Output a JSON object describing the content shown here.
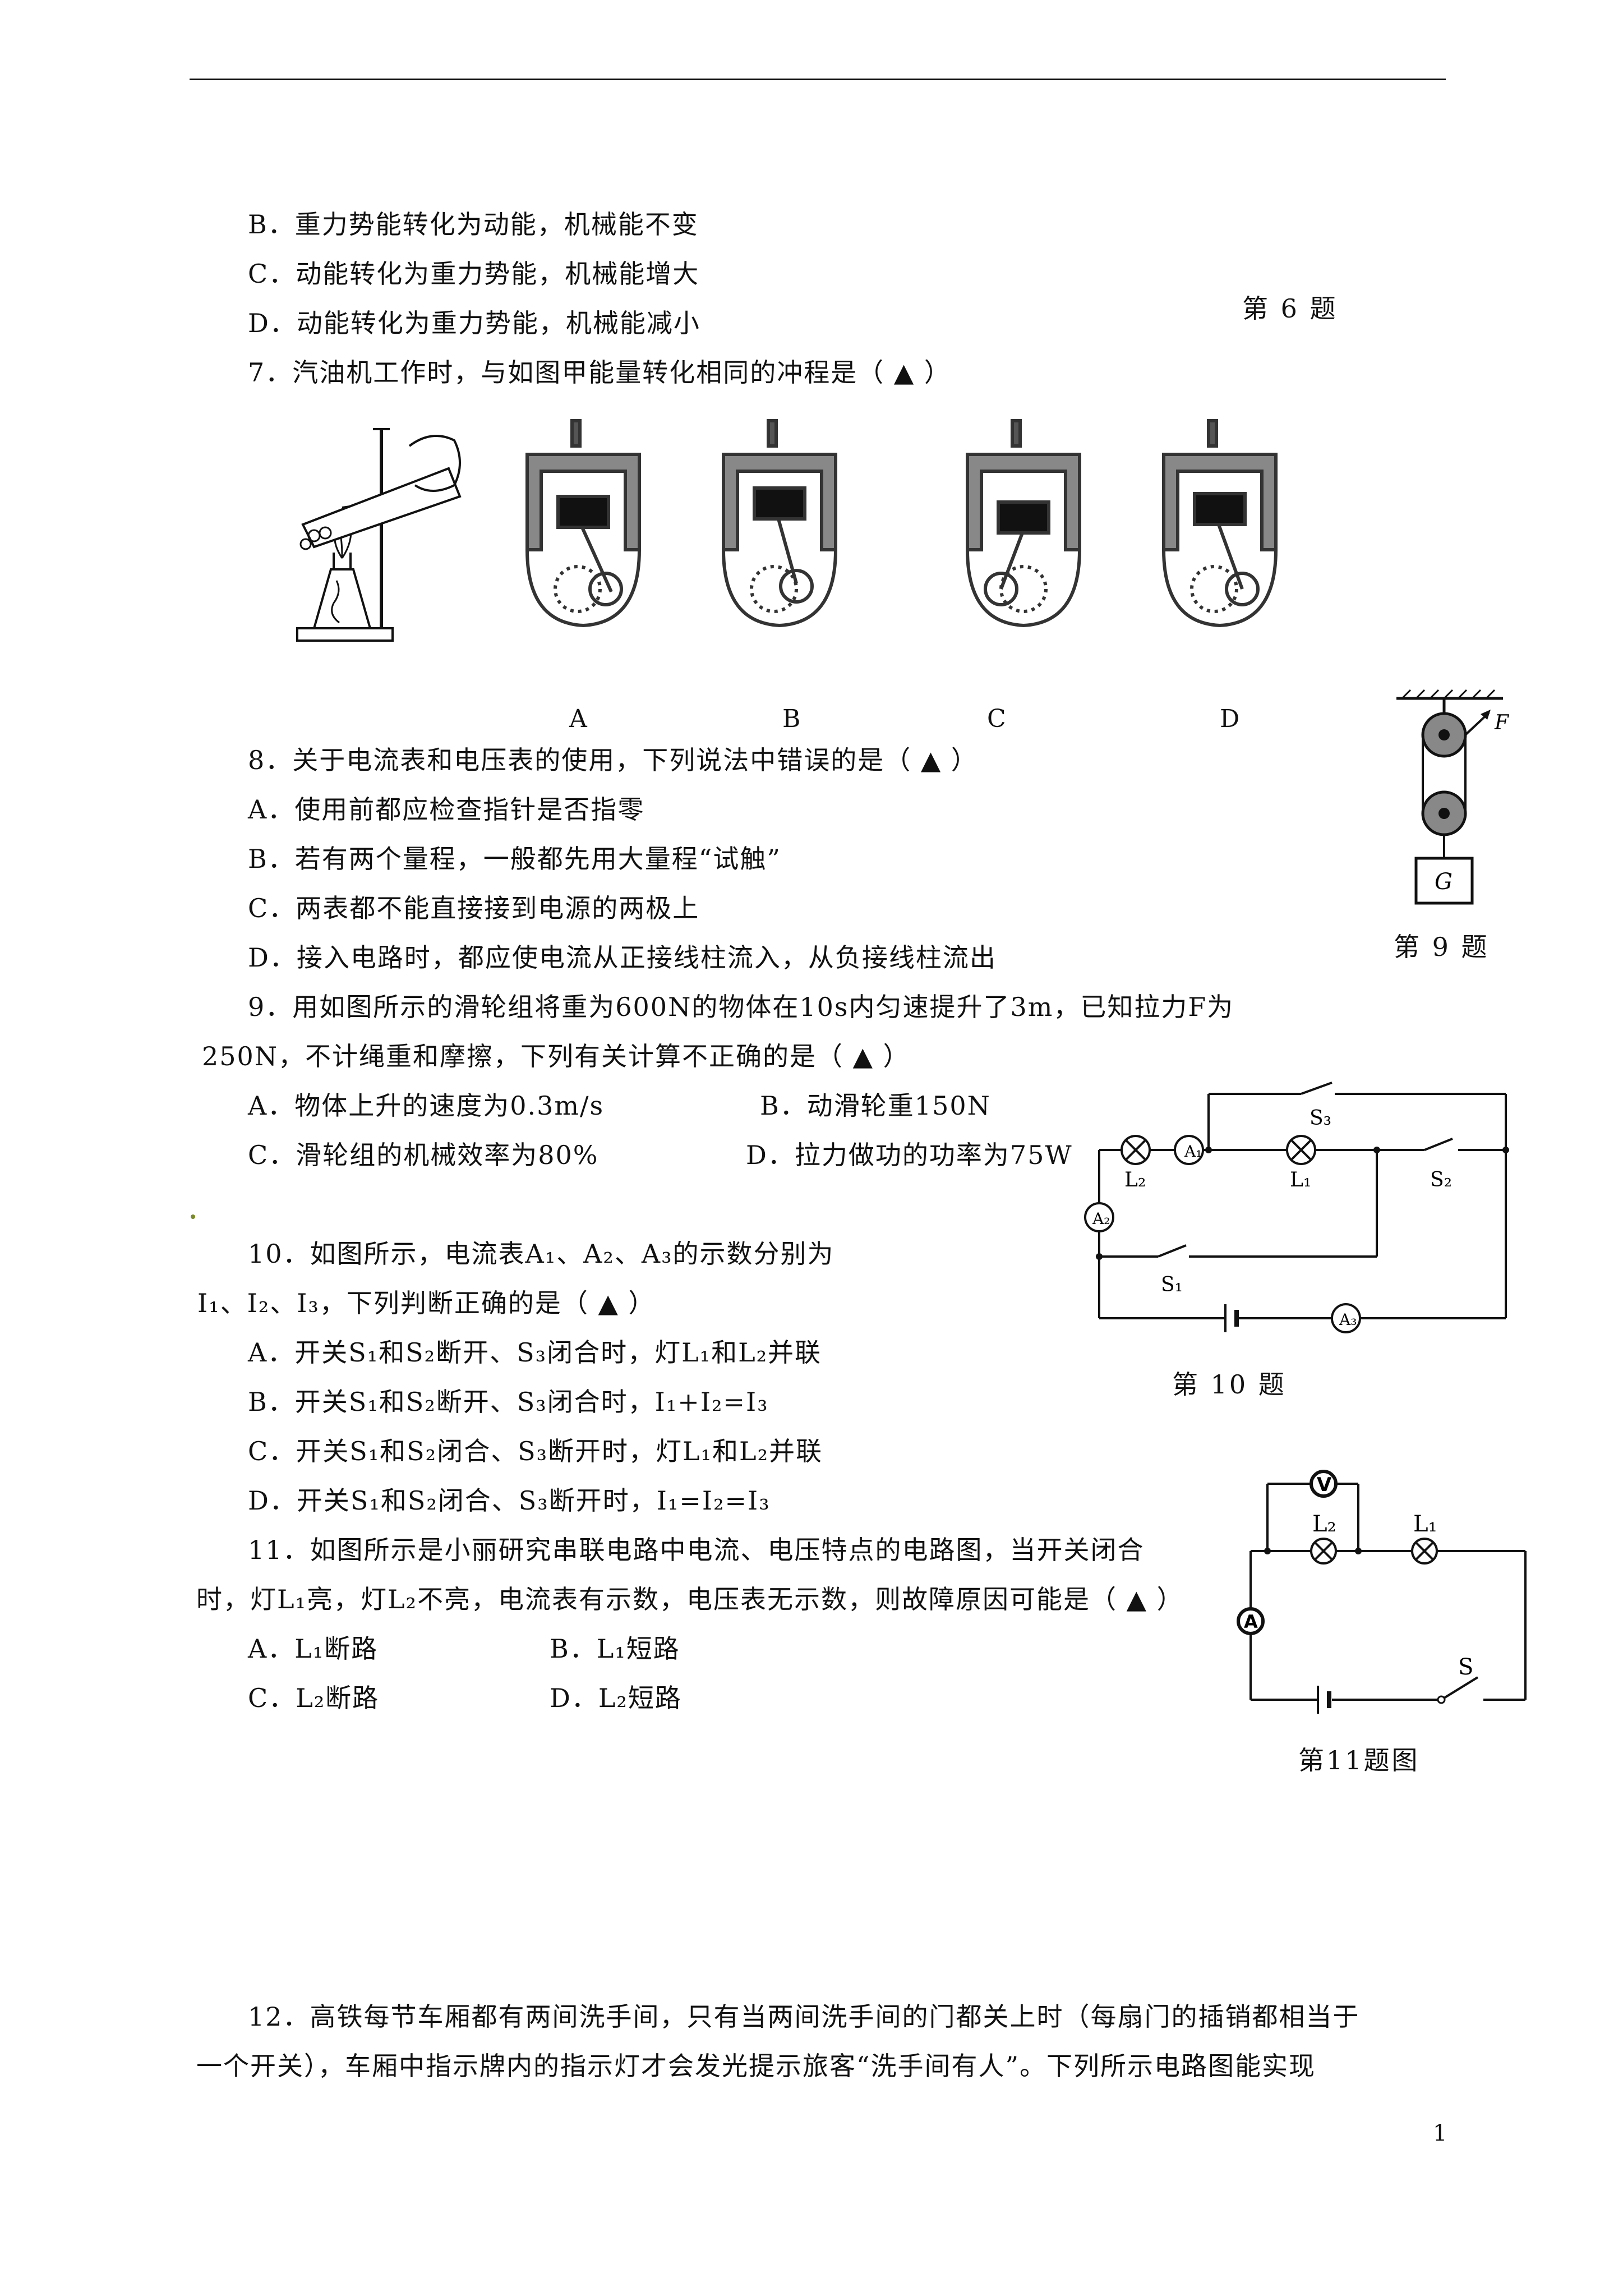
{
  "q6": {
    "option_b": "B．重力势能转化为动能，机械能不变",
    "option_c": "C．动能转化为重力势能，机械能增大",
    "option_d": "D．动能转化为重力势能，机械能减小",
    "caption": "第 6 题"
  },
  "q7": {
    "stem": "7．汽油机工作时，与如图甲能量转化相同的冲程是（ ▲ ）",
    "labels": [
      "A",
      "B",
      "C",
      "D"
    ]
  },
  "q8": {
    "stem": "8．关于电流表和电压表的使用，下列说法中错误的是（ ▲ ）",
    "option_a": "A．使用前都应检查指针是否指零",
    "option_b": "B．若有两个量程，一般都先用大量程“试触”",
    "option_c": "C．两表都不能直接接到电源的两极上",
    "option_d": "D．接入电路时，都应使电流从正接线柱流入，从负接线柱流出"
  },
  "q9": {
    "stem_line1": "9．用如图所示的滑轮组将重为600N的物体在10s内匀速提升了3m，已知拉力F为",
    "stem_line2": "250N，不计绳重和摩擦，下列有关计算不正确的是（ ▲ ）",
    "option_a": "A．物体上升的速度为0.3m/s",
    "option_b": "B．动滑轮重150N",
    "option_c": "C．滑轮组的机械效率为80%",
    "option_d": "D．拉力做功的功率为75W",
    "caption": "第 9 题",
    "fig_force": "F",
    "fig_weight": "G"
  },
  "q10": {
    "stem_line1": "10．如图所示，电流表A₁、A₂、A₃的示数分别为",
    "stem_line2": "I₁、I₂、I₃，下列判断正确的是（ ▲ ）",
    "option_a": "A．开关S₁和S₂断开、S₃闭合时，灯L₁和L₂并联",
    "option_b": "B．开关S₁和S₂断开、S₃闭合时，I₁+I₂=I₃",
    "option_c": "C．开关S₁和S₂闭合、S₃断开时，灯L₁和L₂并联",
    "option_d": "D．开关S₁和S₂闭合、S₃断开时，I₁=I₂=I₃",
    "caption": "第 10 题",
    "fig_labels": {
      "s_top": "S₃",
      "l2": "L₂",
      "l1": "L₁",
      "s_right": "S₂",
      "a_left": "A₂",
      "a_mid": "A₁",
      "a_bottom": "A₃",
      "s_bottom": "S₁"
    }
  },
  "q11": {
    "stem_line1": "11．如图所示是小丽研究串联电路中电流、电压特点的电路图，当开关闭合",
    "stem_line2": "时，灯L₁亮，灯L₂不亮，电流表有示数，电压表无示数，则故障原因可能是（ ▲ ）",
    "option_a": "A．L₁断路",
    "option_b": "B．L₁短路",
    "option_c": "C．L₂断路",
    "option_d": "D．L₂短路",
    "caption": "第11题图",
    "fig_labels": {
      "v": "V",
      "l2": "L₂",
      "l1": "L₁",
      "a": "A",
      "s": "S"
    }
  },
  "q12": {
    "line1": "12．高铁每节车厢都有两间洗手间，只有当两间洗手间的门都关上时（每扇门的插销都相当于",
    "line2": "一个开关），车厢中指示牌内的指示灯才会发光提示旅客“洗手间有人”。下列所示电路图能实现"
  },
  "page_number": "1"
}
